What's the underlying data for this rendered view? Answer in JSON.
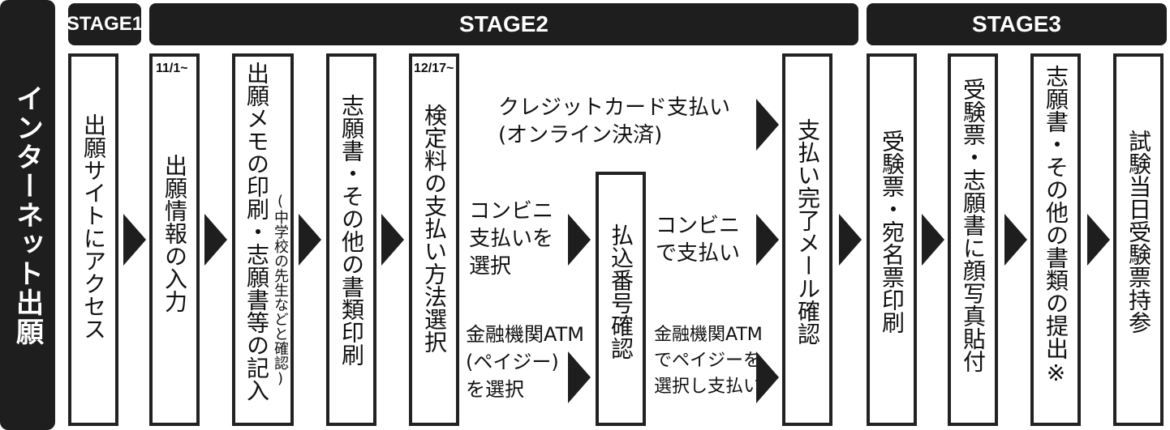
{
  "side_label": "インターネット出願",
  "stages": {
    "s1": "STAGE1",
    "s2": "STAGE2",
    "s3": "STAGE3"
  },
  "steps": {
    "access": "出願サイトにアクセス",
    "input": "出願情報の入力",
    "input_date": "11/1~",
    "memo_main": "出願メモの印刷・志願書等の記入",
    "memo_note": "(中学校の先生などと確認)",
    "docs": "志願書・その他の書類印刷",
    "pay_method": "検定料の支払い方法選択",
    "pay_method_date": "12/17~",
    "pay_number": "払込番号確認",
    "done_mail": "支払い完了メール確認",
    "print_ticket": "受験票・宛名票印刷",
    "photo": "受験票・志願書に顔写真貼付",
    "submit": "志願書・その他の書類の提出※",
    "exam_day": "試験当日受験票持参"
  },
  "branches": {
    "credit_l1": "クレジットカード支払い",
    "credit_l2": "(オンライン決済)",
    "conv_sel_l1": "コンビニ",
    "conv_sel_l2": "支払いを",
    "conv_sel_l3": "選択",
    "bank_sel_l1": "金融機関ATM",
    "bank_sel_l2": "(ペイジー)",
    "bank_sel_l3": "を選択",
    "conv_pay_l1": "コンビニ",
    "conv_pay_l2": "で支払い",
    "bank_pay_l1": "金融機関ATM",
    "bank_pay_l2": "でペイジーを",
    "bank_pay_l3": "選択し支払い"
  }
}
